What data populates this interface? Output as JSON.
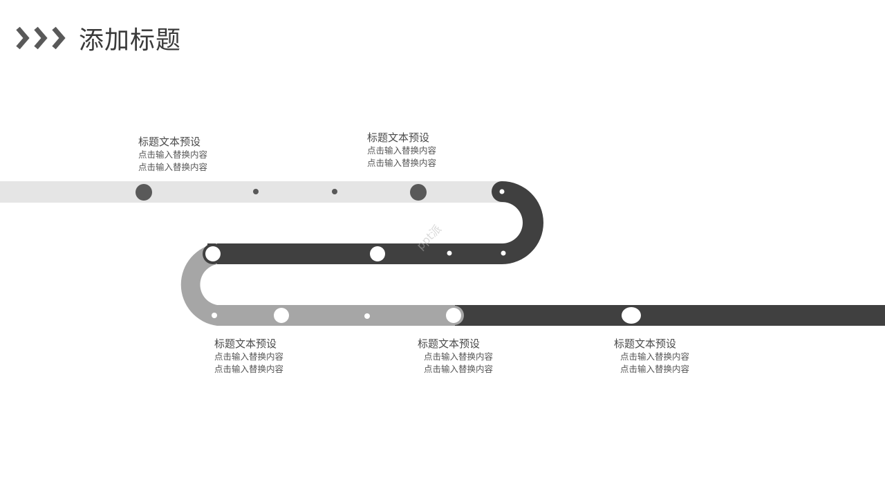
{
  "header": {
    "title": "添加标题",
    "icon": "triple-chevron-right-icon"
  },
  "colors": {
    "light_track": "#e5e5e5",
    "dark_track": "#404040",
    "mid_track": "#a6a6a6",
    "marker_dark": "#595959",
    "marker_light": "#ffffff"
  },
  "milestones": [
    {
      "title": "标题文本预设",
      "line1": "点击输入替换内容",
      "line2": "点击输入替换内容"
    },
    {
      "title": "标题文本预设",
      "line1": "点击输入替换内容",
      "line2": "点击输入替换内容"
    },
    {
      "title": "标题文本预设",
      "line1": "点击输入替换内容",
      "line2": "点击输入替换内容"
    },
    {
      "title": "标题文本预设",
      "line1": "点击输入替换内容",
      "line2": "点击输入替换内容"
    },
    {
      "title": "标题文本预设",
      "line1": "点击输入替换内容",
      "line2": "点击输入替换内容"
    }
  ],
  "watermark": "ppt派"
}
